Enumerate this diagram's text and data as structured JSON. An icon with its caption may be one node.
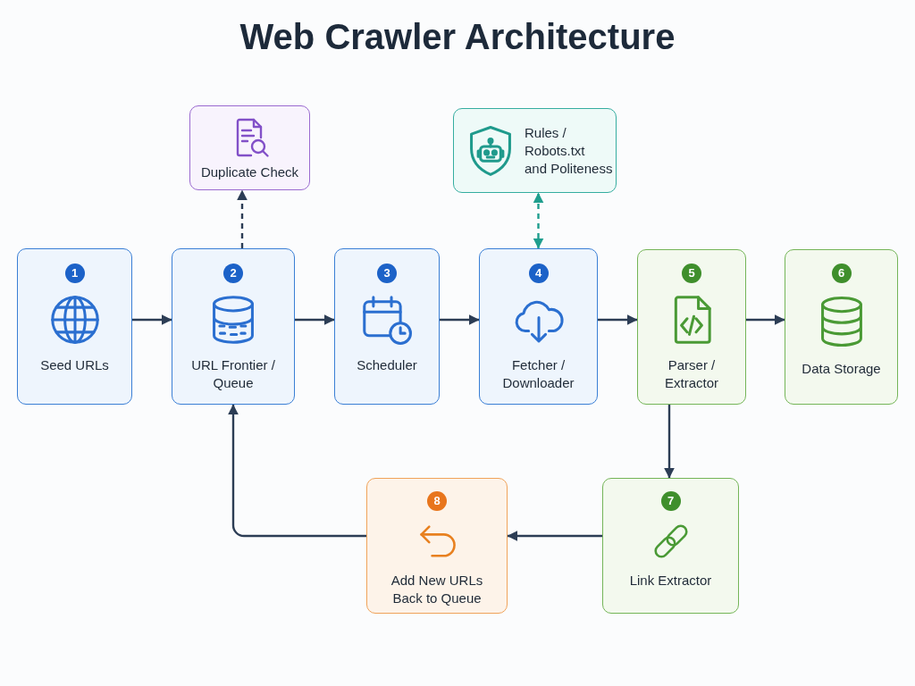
{
  "diagram": {
    "title": "Web Crawler Architecture",
    "nodes": [
      {
        "text": [
          "Duplicate Check"
        ]
      },
      {
        "text": [
          "Rules / Robots.txt and Politeness"
        ]
      },
      {
        "text": [
          "1",
          "Seed URLs"
        ]
      },
      {
        "text": [
          "2",
          "URL Frontier / Queue"
        ]
      },
      {
        "text": [
          "3",
          "Scheduler"
        ]
      },
      {
        "text": [
          "4",
          "Fetcher / Downloader"
        ]
      },
      {
        "text": [
          "5",
          "Parser / Extractor"
        ]
      },
      {
        "text": [
          "6",
          "Data Storage"
        ]
      },
      {
        "text": [
          "7",
          "Link Extractor"
        ]
      },
      {
        "text": [
          "8",
          "Add New URLs Back to Queue"
        ]
      }
    ],
    "edges": [
      {
        "from": 2,
        "to": 3,
        "arrow": "to"
      },
      {
        "from": 3,
        "to": 4,
        "arrow": "to"
      },
      {
        "from": 4,
        "to": 5,
        "arrow": "to"
      },
      {
        "from": 5,
        "to": 6,
        "arrow": "to"
      },
      {
        "from": 6,
        "to": 7,
        "arrow": "to"
      },
      {
        "from": 3,
        "to": 0,
        "arrow": "to",
        "style": "dashed"
      },
      {
        "from": 5,
        "to": 1,
        "arrow": "both",
        "style": "dashed",
        "color": "#1f9e8e"
      },
      {
        "from": 6,
        "to": 8,
        "arrow": "to"
      },
      {
        "from": 8,
        "to": 9,
        "arrow": "to"
      },
      {
        "from": 9,
        "to": 3,
        "arrow": "to"
      }
    ]
  }
}
